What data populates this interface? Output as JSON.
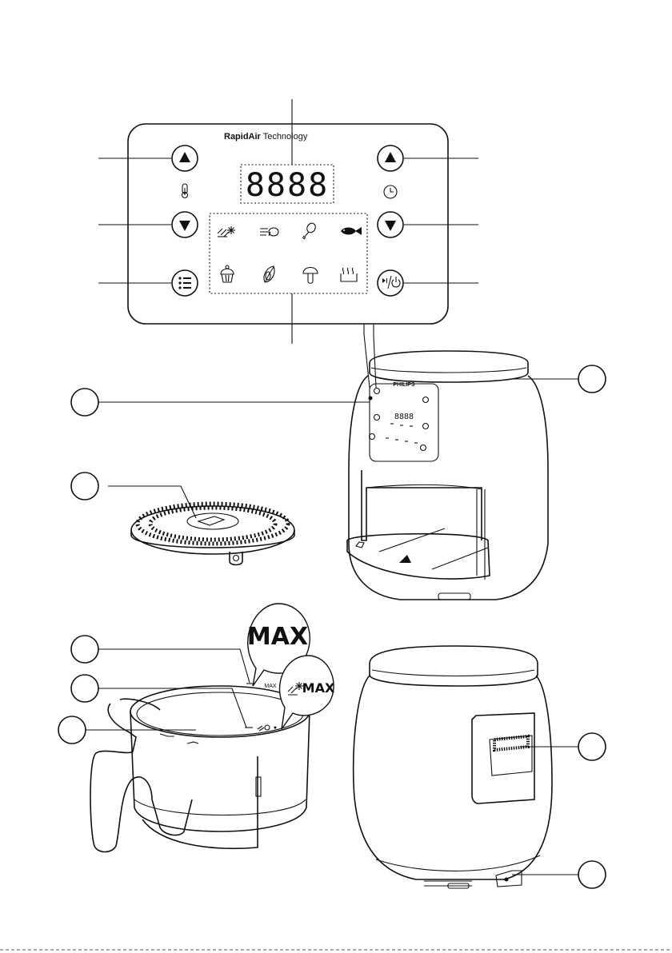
{
  "panel": {
    "brand_bold": "RapidAir",
    "brand_rest": " Technology",
    "display_digits": "8888",
    "icons": {
      "temp_up": "triangle-up-icon",
      "temp_down": "triangle-down-icon",
      "thermometer": "thermometer-icon",
      "menu": "menu-list-icon",
      "time_up": "triangle-up-icon",
      "time_down": "triangle-down-icon",
      "clock": "clock-icon",
      "play_power": "play-pause-power-icon"
    },
    "presets": [
      "frozen-fries-icon",
      "frozen-snacks-icon",
      "drumstick-icon",
      "fish-icon",
      "cupcake-icon",
      "vegetable-icon",
      "mushroom-icon",
      "keep-warm-icon"
    ]
  },
  "appliance": {
    "brand": "PHILIPS",
    "mini_display": "8888"
  },
  "basket": {
    "max_label": "MAX",
    "max_frozen_label": "MAX"
  },
  "colors": {
    "line": "#111111",
    "background": "#ffffff",
    "dashed": "#555555"
  }
}
